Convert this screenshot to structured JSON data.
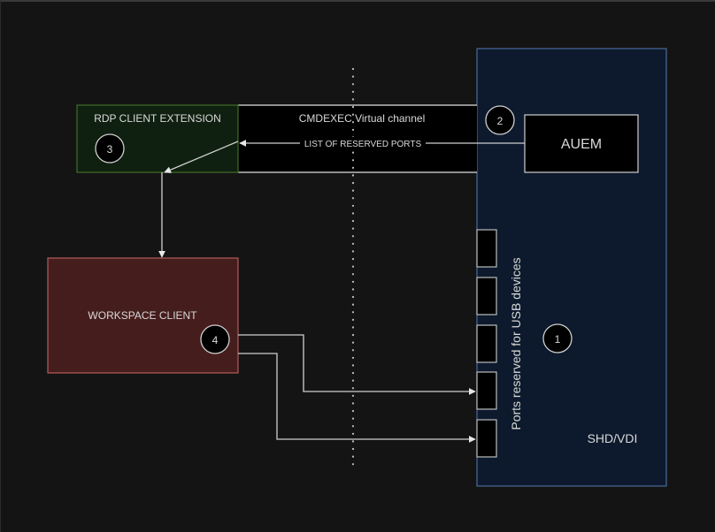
{
  "colors": {
    "background": "#141414",
    "rdp_fill": "#102010",
    "rdp_stroke": "#3f6f2a",
    "channel_fill": "#000000",
    "vdi_fill": "#0d1a2d",
    "vdi_stroke": "#4a6a9a",
    "workspace_fill": "#461d1d",
    "workspace_stroke": "#b35a5a",
    "line": "#cfcfcf",
    "text": "#d8d8d8"
  },
  "nodes": {
    "rdp_extension": {
      "label": "RDP CLIENT EXTENSION",
      "badge": "3"
    },
    "channel": {
      "label": "CMDEXEC Virtual channel",
      "badge": "2"
    },
    "auem": {
      "label": "AUEM"
    },
    "workspace": {
      "label": "WORKSPACE CLIENT",
      "badge": "4"
    },
    "vdi": {
      "label": "SHD/VDI",
      "badge": "1",
      "ports_label": "Ports reserved for USB devices",
      "port_count": 5
    }
  },
  "edges": [
    {
      "from": "auem",
      "to": "rdp_extension",
      "label": "LIST OF RESERVED PORTS"
    },
    {
      "from": "rdp_extension",
      "to": "workspace",
      "label": ""
    },
    {
      "from": "workspace",
      "to": "vdi_port_4",
      "label": ""
    },
    {
      "from": "workspace",
      "to": "vdi_port_5",
      "label": ""
    }
  ]
}
